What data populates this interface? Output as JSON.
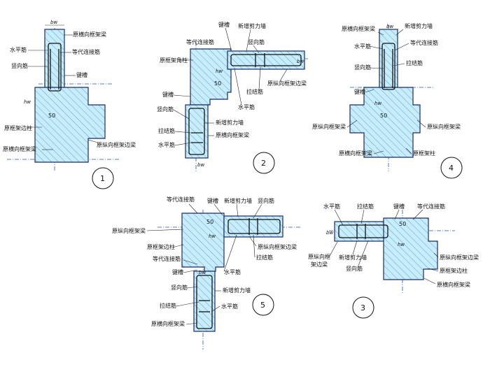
{
  "diagrams": {
    "d1": {
      "number": "1",
      "labels": {
        "beam_top": "原横向框架梁",
        "horizontal_bar": "水平筋",
        "equiv_bar": "等代连接筋",
        "vertical_bar": "竖向筋",
        "key_groove": "键槽",
        "orig_edge_column": "原框架边柱",
        "beam_bottom": "原横向框架梁",
        "orig_side_beam": "原纵向框架边梁",
        "dim_50": "50",
        "dim_bw": "bw",
        "dim_hw": "hw"
      }
    },
    "d2": {
      "number": "2",
      "labels": {
        "key_groove": "键槽",
        "new_wall": "新增剪力墙",
        "equiv_bar": "等代连接筋",
        "corner_column": "原框架角柱",
        "vertical_bar": "竖向筋",
        "horizontal_bar_top": "水平筋",
        "tie_bar": "拉结筋",
        "orig_side_beam": "原纵向框架边梁",
        "key_groove_2": "键槽",
        "vertical_bar_2": "竖向筋",
        "new_wall_2": "新增剪力墙",
        "tie_bar_2": "拉结筋",
        "trans_beam": "原横向框架梁",
        "horizontal_bar": "水平筋",
        "dim_50": "50",
        "dim_bw": "bw",
        "dim_hw": "hw"
      }
    },
    "d3": {
      "number": "3",
      "labels": {
        "horizontal_bar": "水平筋",
        "tie_bar": "拉结筋",
        "key_groove": "键槽",
        "equiv_bar": "等代连接筋",
        "long_edge_beam": "原纵向框\n架边梁",
        "new_wall": "新增剪力墙",
        "vertical_bar": "竖向筋",
        "orig_side_beam": "原纵向框架边梁",
        "orig_edge_column": "原框架边柱",
        "trans_beam": "原横向框架梁",
        "dim_50": "50",
        "dim_bw": "bw",
        "dim_hw": "hw"
      }
    },
    "d4": {
      "number": "4",
      "labels": {
        "trans_beam_top": "原横向框架梁",
        "new_wall": "新增剪力墙",
        "horizontal_bar": "水平筋",
        "equiv_bar": "等代连接筋",
        "vertical_bar": "竖向筋",
        "tie_bar": "拉结筋",
        "key_groove": "键槽",
        "long_beam_left": "原纵向框架梁",
        "long_beam_right": "原纵向框架梁",
        "trans_beam_bottom": "原横向框架梁",
        "orig_column": "原框架柱",
        "dim_50": "50",
        "dim_bw": "bw",
        "dim_hw": "hw"
      }
    },
    "d5": {
      "number": "5",
      "labels": {
        "equiv_bar": "等代连接筋",
        "key_groove": "键槽",
        "new_wall": "新增剪力墙",
        "vertical_bar": "竖向筋",
        "long_beam": "原纵向框架梁",
        "edge_column": "原框架边柱",
        "side_beam": "原纵向框架边梁",
        "equiv_bar_2": "等代连接筋",
        "tie_bar": "拉结筋",
        "horizontal_bar": "水平筋",
        "key_groove_2": "键槽",
        "vertical_bar_2": "竖向筋",
        "new_wall_2": "新增剪力墙",
        "tie_bar_2": "拉结筋",
        "horizontal_bar_2": "水平筋",
        "trans_beam": "原横向框架梁",
        "dim_50": "50",
        "dim_bw": "bw",
        "dim_hw": "hw"
      }
    }
  }
}
